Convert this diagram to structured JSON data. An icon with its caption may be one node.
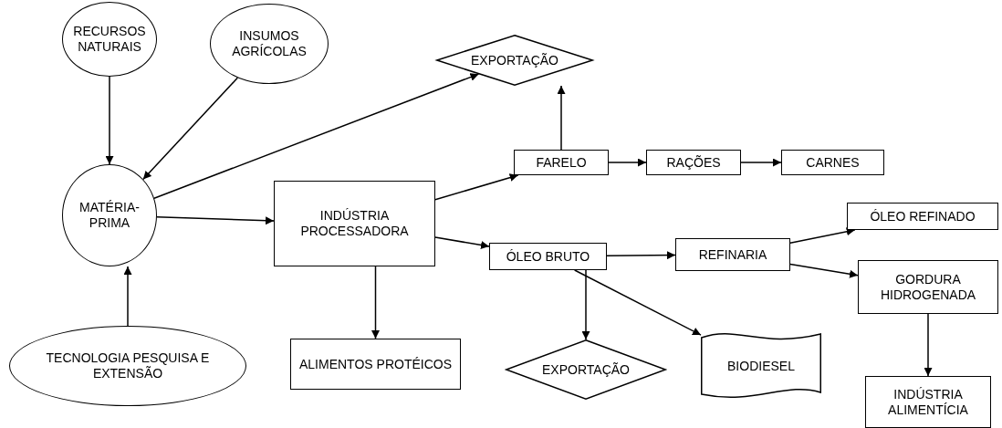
{
  "diagram": {
    "nodes": [
      {
        "text": [
          "RECURSOS NATURAIS"
        ]
      },
      {
        "text": [
          "INSUMOS AGRÍCOLAS"
        ]
      },
      {
        "text": [
          "EXPORTAÇÃO"
        ]
      },
      {
        "text": [
          "MATÉRIA-PRIMA"
        ]
      },
      {
        "text": [
          "INDÚSTRIA PROCESSADORA"
        ]
      },
      {
        "text": [
          "FARELO"
        ]
      },
      {
        "text": [
          "RAÇÕES"
        ]
      },
      {
        "text": [
          "CARNES"
        ]
      },
      {
        "text": [
          "ÓLEO REFINADO"
        ]
      },
      {
        "text": [
          "ÓLEO BRUTO"
        ]
      },
      {
        "text": [
          "REFINARIA"
        ]
      },
      {
        "text": [
          "GORDURA HIDROGENADA"
        ]
      },
      {
        "text": [
          "TECNOLOGIA PESQUISA E EXTENSÃO"
        ]
      },
      {
        "text": [
          "ALIMENTOS PROTÉICOS"
        ]
      },
      {
        "text": [
          "EXPORTAÇÃO"
        ]
      },
      {
        "text": [
          "BIODIESEL"
        ]
      },
      {
        "text": [
          "INDÚSTRIA ALIMENTÍCIA"
        ]
      }
    ],
    "edges": [
      {
        "from": 0,
        "to": 3,
        "arrow": "to"
      },
      {
        "from": 1,
        "to": 3,
        "arrow": "to"
      },
      {
        "from": 3,
        "to": 2,
        "arrow": "to"
      },
      {
        "from": 3,
        "to": 4,
        "arrow": "to"
      },
      {
        "from": 4,
        "to": 5,
        "arrow": "to"
      },
      {
        "from": 5,
        "to": 2,
        "arrow": "to"
      },
      {
        "from": 5,
        "to": 6,
        "arrow": "to"
      },
      {
        "from": 6,
        "to": 7,
        "arrow": "to"
      },
      {
        "from": 4,
        "to": 9,
        "arrow": "to"
      },
      {
        "from": 9,
        "to": 10,
        "arrow": "to"
      },
      {
        "from": 10,
        "to": 8,
        "arrow": "to"
      },
      {
        "from": 10,
        "to": 11,
        "arrow": "to"
      },
      {
        "from": 11,
        "to": 16,
        "arrow": "to"
      },
      {
        "from": 9,
        "to": 14,
        "arrow": "to"
      },
      {
        "from": 9,
        "to": 15,
        "arrow": "to"
      },
      {
        "from": 4,
        "to": 13,
        "arrow": "to"
      },
      {
        "from": 12,
        "to": 3,
        "arrow": "to"
      }
    ]
  }
}
